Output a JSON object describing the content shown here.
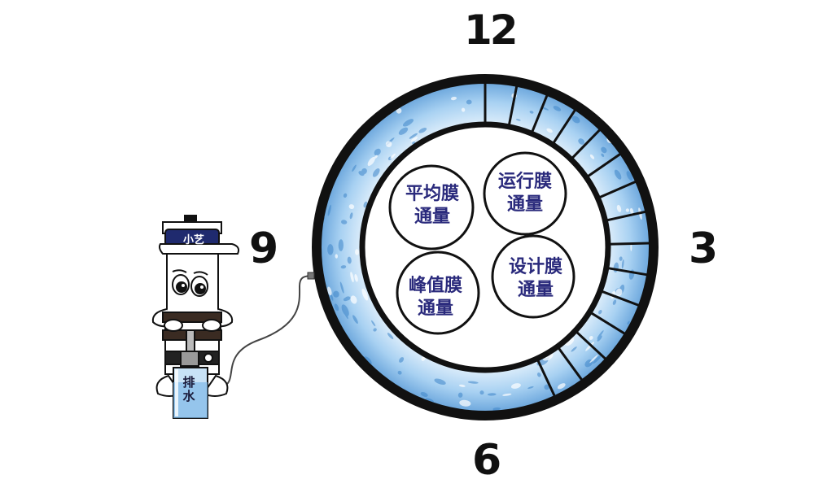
{
  "clock": {
    "numbers": {
      "top": "12",
      "right": "3",
      "bottom": "6",
      "left": "9"
    },
    "outer_ring_segments": 14,
    "colors": {
      "stroke": "#111111",
      "water_light": "#cfe6f8",
      "water_mid": "#7fb9e8",
      "water_dark": "#3f86c9",
      "text": "#2a2a7c"
    }
  },
  "labels": {
    "average_flux": "平均膜通量",
    "running_flux": "运行膜通量",
    "peak_flux": "峰值膜通量",
    "design_flux": "设计膜通量"
  },
  "mascot": {
    "hat_text": "小艺",
    "chest_text": "排水"
  }
}
